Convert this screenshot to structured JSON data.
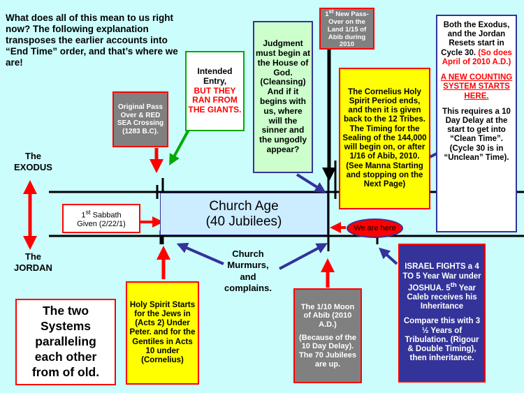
{
  "intro": "What does all of this mean to us right now?  The following explanation transposes  the earlier accounts into “End Time” order, and that’s where we are!",
  "exodus_label": [
    "The",
    "EXODUS"
  ],
  "jordan_label": [
    "The",
    "JORDAN"
  ],
  "original_passover": "Original Pass Over & RED SEA Crossing (1283 B.C).",
  "intended_entry": {
    "line1": "Intended Entry,",
    "line2": "BUT THEY RAN FROM THE GIANTS."
  },
  "judgment": "Judgment must begin at the House of God. (Cleansing) And if it begins with us, where will the sinner and the ungodly appear?",
  "new_passover": {
    "sup": "st",
    "num": "1",
    "text": " New Pass-Over on the Land  1/15 of Abib during 2010"
  },
  "cornelius": "The Cornelius Holy Spirit Period ends, and then it is given back to the 12 Tribes. The Timing for the Sealing of the 144,000 will begin on, or after 1/16 of Abib, 2010. (See Manna Starting and stopping on the Next Page)",
  "resets": {
    "text": "Both the Exodus, and the Jordan Resets start in Cycle 30.",
    "red": "(So does April of 2010 A.D.)",
    "counting": "A NEW COUNTING SYSTEM STARTS HERE.",
    "delay": "This requires a 10 Day Delay at the start to get into “Clean Time”.  (Cycle 30 is in “Unclean” Time)."
  },
  "first_sabbath": {
    "num": "1",
    "sup": "st",
    "text": " Sabbath",
    "line2": "Given (2/22/1)"
  },
  "church_age": {
    "line1": "Church Age",
    "line2": "(40 Jubilees)"
  },
  "we_are_here": "We are here",
  "murmurs": "Church Murmurs, and complains.",
  "holy_spirit": "Holy Spirit Starts for the Jews in (Acts 2) Under Peter. and for the Gentiles in Acts 10 under (Cornelius)",
  "moon": {
    "line1": "The 1/10 Moon of  Abib (2010 A.D.)",
    "line2": "(Because of the 10 Day Delay).  The 70 Jubilees are up."
  },
  "israel": {
    "line1": "ISRAEL FIGHTS a 4 TO 5  Year War under JOSHUA.",
    "num": "5",
    "sup": "th",
    "line2": " Year Caleb receives his Inheritance",
    "line3": "Compare this with 3 ½  Years of Tribulation. (Rigour & Double Timing), then inheritance."
  },
  "two_systems": "The two Systems paralleling each other from of old.",
  "colors": {
    "background": "#ccfdfd",
    "gray": "#808080",
    "yellow": "#ffff00",
    "green": "#ccffcc",
    "navy": "#333399",
    "red": "#ff0000",
    "church_age": "#ccecff"
  }
}
